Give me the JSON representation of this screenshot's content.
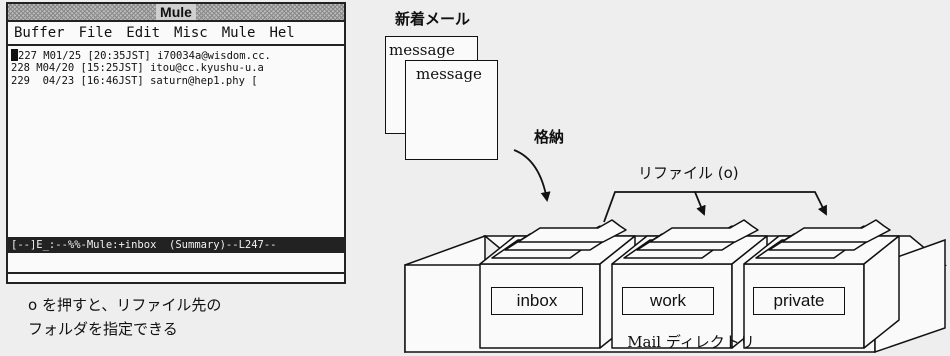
{
  "mule_window": {
    "title": "Mule",
    "menu": [
      "Buffer",
      "File",
      "Edit",
      "Misc",
      "Mule",
      "Hel"
    ],
    "summary_lines": [
      "227 M01/25 [20:35JST] i70034a@wisdom.cc.",
      "228 M04/20 [15:25JST] itou@cc.kyushu-u.a",
      "229  04/23 [16:46JST] saturn@hep1.phy ["
    ],
    "modeline": "[--]E_:--%%-Mule:+inbox  (Summary)--L247--"
  },
  "caption": {
    "line1": "o を押すと、リファイル先の",
    "line2": "フォルダを指定できる"
  },
  "diagram": {
    "new_mail_label": "新着メール",
    "message_labels": [
      "message",
      "message"
    ],
    "store_label": "格納",
    "refile_label": "リファイル (o)",
    "folders": [
      "inbox",
      "work",
      "private"
    ],
    "mail_dir_label": "Mail ディレクトリ"
  },
  "colors": {
    "background": "#eeeeee",
    "line": "#111111",
    "paper": "#fafafa",
    "modeline_bg": "#222222"
  }
}
